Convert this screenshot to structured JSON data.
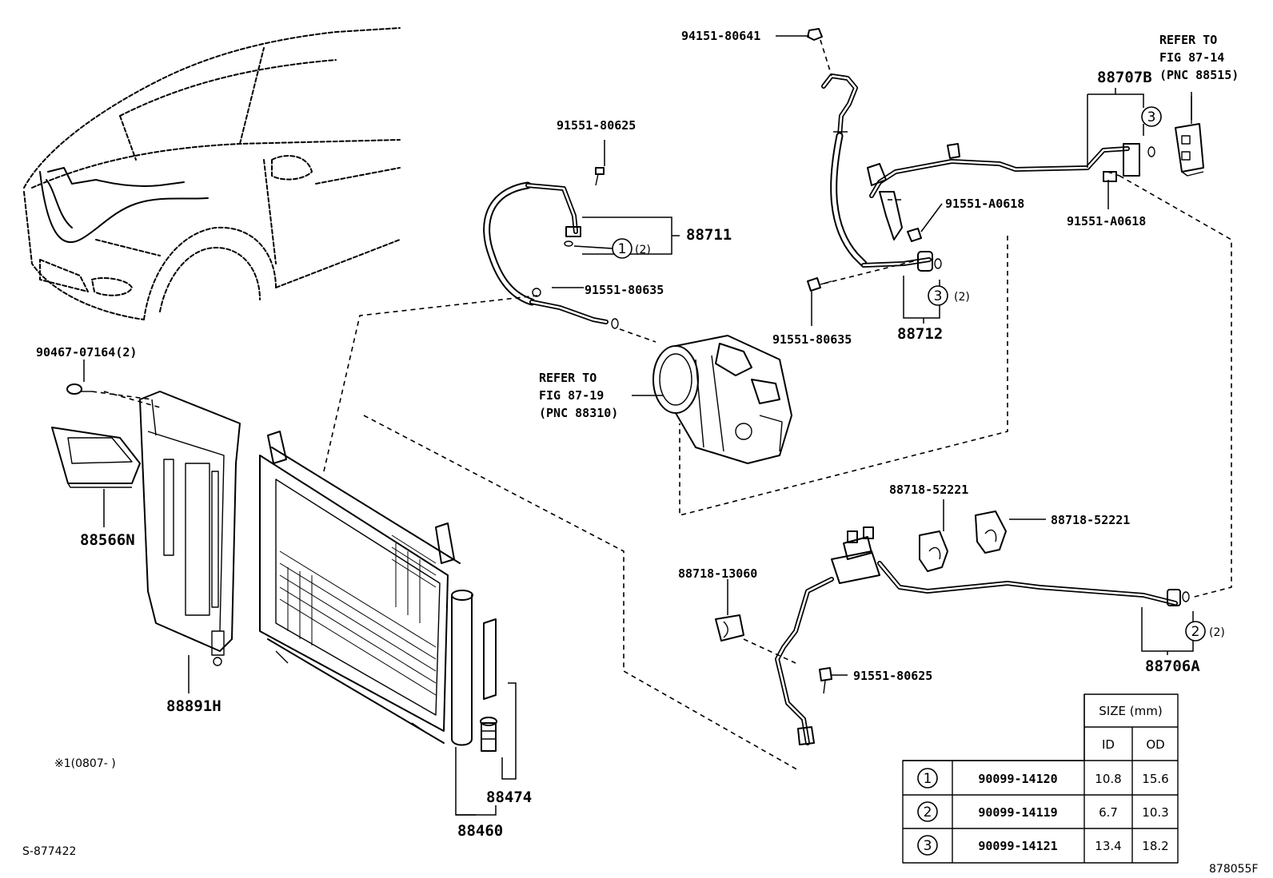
{
  "callouts": {
    "c94151_80641": "94151-80641",
    "c91551_80625_top": "91551-80625",
    "c88711": "88711",
    "c91551_80635_left": "91551-80635",
    "c91551_80635_right": "91551-80635",
    "c88712": "88712",
    "c91551_A0618_mid": "91551-A0618",
    "c91551_A0618_right": "91551-A0618",
    "c88707B": "88707B",
    "c90467_07164": "90467-07164(2)",
    "c88566N": "88566N",
    "c88891H": "88891H",
    "c88474": "88474",
    "c88460": "88460",
    "c88718_52221_a": "88718-52221",
    "c88718_52221_b": "88718-52221",
    "c88718_13060": "88718-13060",
    "c91551_80625_bottom": "91551-80625",
    "c88706A": "88706A"
  },
  "refs": {
    "fig8714": [
      "REFER TO",
      "FIG 87-14",
      "(PNC 88515)"
    ],
    "fig8719": [
      "REFER TO",
      "FIG 87-19",
      "(PNC 88310)"
    ]
  },
  "oring_refs": {
    "r1": {
      "num": "1",
      "qty": "(2)"
    },
    "r2": {
      "num": "2",
      "qty": "(2)"
    },
    "r3": {
      "num": "3",
      "qty": "(2)"
    },
    "r3b": {
      "num": "3"
    }
  },
  "note": "※1(0807-    )",
  "footer_left": "S-877422",
  "footer_right": "878055F",
  "size_table": {
    "header": "SIZE (mm)",
    "col_id": "ID",
    "col_od": "OD",
    "rows": [
      {
        "num": "1",
        "part": "90099-14120",
        "id": "10.8",
        "od": "15.6"
      },
      {
        "num": "2",
        "part": "90099-14119",
        "id": "6.7",
        "od": "10.3"
      },
      {
        "num": "3",
        "part": "90099-14121",
        "id": "13.4",
        "od": "18.2"
      }
    ]
  }
}
